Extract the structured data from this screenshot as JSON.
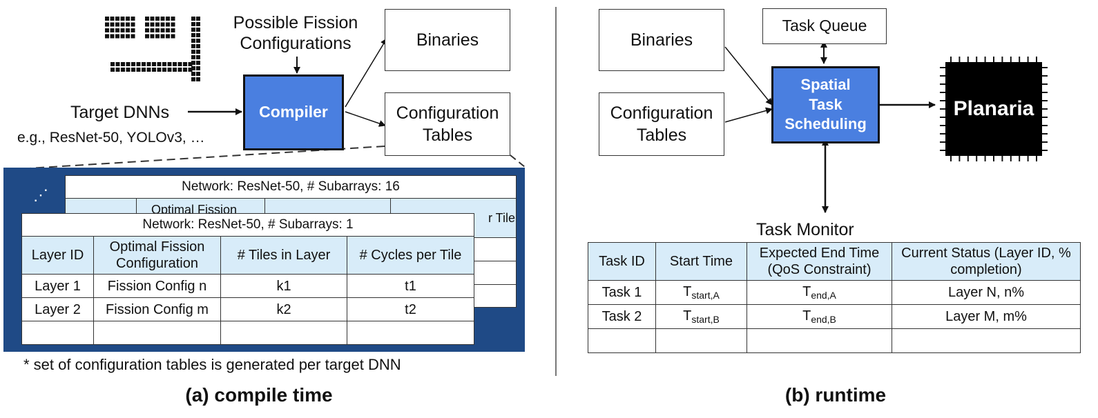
{
  "compile": {
    "fission_label_line1": "Possible Fission",
    "fission_label_line2": "Configurations",
    "binaries": "Binaries",
    "config_tables_line1": "Configuration",
    "config_tables_line2": "Tables",
    "compiler": "Compiler",
    "target_dnns": "Target DNNs",
    "examples": "e.g., ResNet-50, YOLOv3, …",
    "ellipsis": "⋰",
    "back_table": {
      "title": "Network: ResNet-50, # Subarrays: 16",
      "partial_header_1": "Optimal Fission",
      "partial_header_2": "r Tile"
    },
    "front_table": {
      "title": "Network: ResNet-50, # Subarrays: 1",
      "headers": [
        "Layer ID",
        "Optimal Fission Configuration",
        "# Tiles in Layer",
        "# Cycles per Tile"
      ],
      "rows": [
        [
          "Layer 1",
          "Fission Config n",
          "k1",
          "t1"
        ],
        [
          "Layer 2",
          "Fission Config m",
          "k2",
          "t2"
        ],
        [
          "",
          "",
          "",
          ""
        ]
      ]
    },
    "footnote": "* set of configuration tables is generated per target DNN",
    "caption": "(a) compile time"
  },
  "runtime": {
    "binaries": "Binaries",
    "config_tables_line1": "Configuration",
    "config_tables_line2": "Tables",
    "task_queue": "Task Queue",
    "scheduler_line1": "Spatial",
    "scheduler_line2": "Task",
    "scheduler_line3": "Scheduling",
    "chip": "Planaria",
    "task_monitor": "Task Monitor",
    "table": {
      "headers": [
        "Task ID",
        "Start Time",
        "Expected End Time (QoS Constraint)",
        "Current Status (Layer ID, % completion)"
      ],
      "rows": [
        {
          "id": "Task 1",
          "start_base": "T",
          "start_sub": "start,A",
          "end_base": "T",
          "end_sub": "end,A",
          "status": "Layer N, n%"
        },
        {
          "id": "Task 2",
          "start_base": "T",
          "start_sub": "start,B",
          "end_base": "T",
          "end_sub": "end,B",
          "status": "Layer M, m%"
        }
      ]
    },
    "caption": "(b) runtime"
  },
  "colors": {
    "compiler_fill": "#4a7fe0",
    "panel_navy": "#1f4a86",
    "table_header": "#d8ecf9",
    "chip": "#000000"
  }
}
